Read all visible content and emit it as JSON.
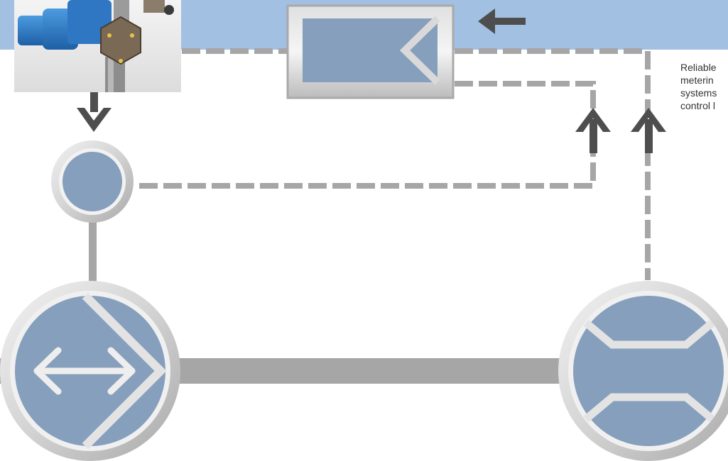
{
  "caption": {
    "lines": [
      "Reliable",
      "meterin",
      "systems",
      "control l"
    ]
  },
  "colors": {
    "top_band": "#a2c0e2",
    "dark_blue_fill": "#869fbd",
    "connector_gray": "#a6a6a6",
    "arrow_dark": "#4e4e4e",
    "ring_light": "#e6e6e6",
    "ring_dark": "#b5b5b5",
    "text": "#333333"
  },
  "icons": {
    "photo": "metering-pump-photo",
    "controller": "controller-box-icon",
    "sensor": "sensor-circle-icon",
    "pump": "dosing-pump-symbol-icon",
    "meter": "flow-meter-symbol-icon"
  }
}
